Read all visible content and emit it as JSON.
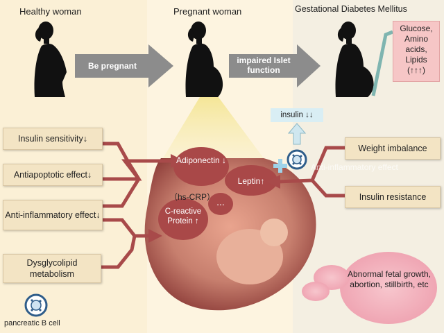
{
  "stages": {
    "healthy": "Healthy woman",
    "pregnant": "Pregnant woman",
    "gdm": "Gestational Diabetes Mellitus"
  },
  "arrows": {
    "be_pregnant": "Be pregnant",
    "impaired_islet": "impaired Islet function"
  },
  "outcome_box": {
    "line1": "Glucose,",
    "line2": "Amino",
    "line3": "acids,",
    "line4": "Lipids",
    "line5": "(↑↑↑)"
  },
  "left_factors": [
    "Insulin sensitivity↓",
    "Antiapoptotic effect↓",
    "Anti-inflammatory effect↓",
    "Dysglycolipid metabolism"
  ],
  "right_factors": [
    "Weight imbalance",
    "Insulin resistance"
  ],
  "placenta": {
    "adiponectin": "Adiponectin ↓",
    "hs_crp": "（hs-CRP）",
    "ellipsis": "...",
    "crp": "C-reactive Protein ↑",
    "leptin": "Leptin↑"
  },
  "insulin_label": "insulin ↓↓",
  "faint_text": "Anti-inflammatory effect",
  "cell_label": "pancreatic B cell",
  "fetal_outcomes": "Abnormal fetal growth, abortion, stillbirth, etc",
  "colors": {
    "arrow_gray": "#8c8c8c",
    "connector": "#a84a4a",
    "oval": "#a94848",
    "placenta": "#b5706a",
    "outcome_pink": "#f6c6c6",
    "cloud_pink": "#f3b4be",
    "insulin_box": "#d9eef4"
  },
  "icons": [
    "healthy-woman-silhouette",
    "pregnant-woman-silhouette",
    "gdm-woman-silhouette",
    "pancreatic-cell-icon",
    "plus-icon",
    "up-arrow-icon"
  ]
}
